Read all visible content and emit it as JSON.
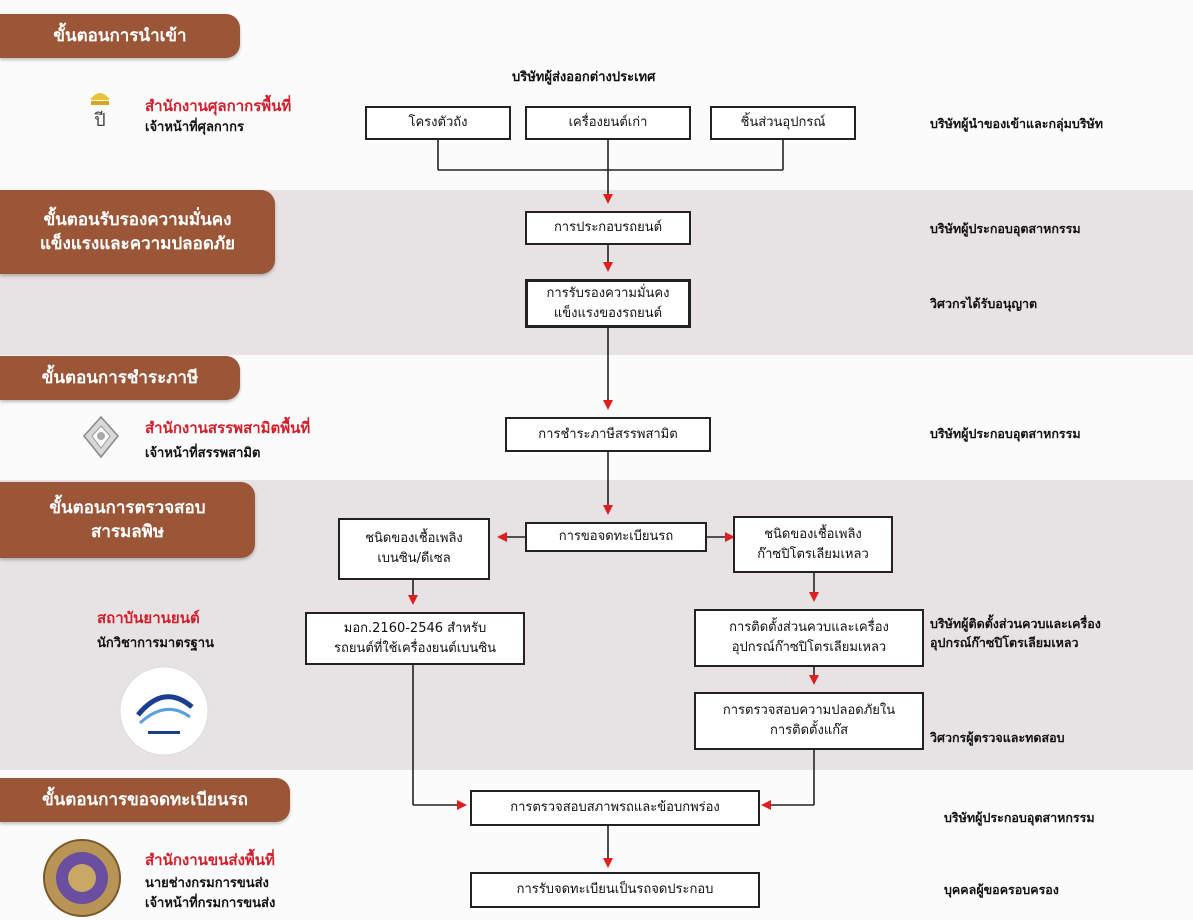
{
  "stages": {
    "import": "ขั้นตอนการนำเข้า",
    "certify": "ขั้นตอนรับรองความมั่นคง\nแข็งแรงและความปลอดภัย",
    "tax": "ขั้นตอนการชำระภาษี",
    "emission": "ขั้นตอนการตรวจสอบ\nสารมลพิษ",
    "register": "ขั้นตอนการขอจดทะเบียนรถ"
  },
  "agencies": {
    "customs": {
      "name": "สำนักงานศุลกากรพื้นที่",
      "staff": "เจ้าหน้าที่ศุลกากร"
    },
    "excise": {
      "name": "สำนักงานสรรพสามิตพื้นที่",
      "staff": "เจ้าหน้าที่สรรพสามิต"
    },
    "institute": {
      "name": "สถาบันยานยนต์",
      "staff": "นักวิชาการมาตรฐาน"
    },
    "transport": {
      "name": "สำนักงานขนส่งพื้นที่",
      "staff": "นายช่างกรมการขนส่ง\nเจ้าหน้าที่กรมการขนส่ง"
    }
  },
  "top_label": "บริษัทผู้ส่งออกต่างประเทศ",
  "boxes": {
    "chassis": "โครงตัวถัง",
    "used_engine": "เครื่องยนต์เก่า",
    "parts": "ชิ้นส่วนอุปกรณ์",
    "assembly": "การประกอบรถยนต์",
    "strength_cert": "การรับรองความมั่นคง\nแข็งแรงของรถยนต์",
    "excise_tax": "การชำระภาษีสรรพสามิต",
    "reg_request": "การขอจดทะเบียนรถ",
    "fuel_petrol": "ชนิดของเชื้อเพลิง\nเบนซิน/ดีเซล",
    "fuel_lpg": "ชนิดของเชื้อเพลิง\nก๊าซปิโตรเลียมเหลว",
    "tis_std": "มอก.2160-2546 สำหรับ\nรถยนต์ที่ใช้เครื่องยนต์เบนซิน",
    "lpg_install": "การติดตั้งส่วนควบและเครื่อง\nอุปกรณ์ก๊าซปิโตรเลียมเหลว",
    "gas_safety": "การตรวจสอบความปลอดภัยใน\nการติดตั้งแก๊ส",
    "condition_check": "การตรวจสอบสภาพรถและข้อบกพร่อง",
    "plate_issue": "การรับจดทะเบียนเป็นรถจดประกอบ"
  },
  "right_labels": {
    "importer": "บริษัทผู้นำของเข้าและกลุ่มบริษัท",
    "assembler1": "บริษัทผู้ประกอบอุตสาหกรรม",
    "licensed_engineer": "วิศวกรได้รับอนุญาต",
    "assembler2": "บริษัทผู้ประกอบอุตสาหกรรม",
    "installer": "บริษัทผู้ติดตั้งส่วนควบและเครื่อง\nอุปกรณ์ก๊าซปิโตรเลียมเหลว",
    "test_engineer": "วิศวกรผู้ตรวจและทดสอบ",
    "assembler3": "บริษัทผู้ประกอบอุตสาหกรรม",
    "owner": "บุคคลผู้ขอครอบครอง"
  },
  "colors": {
    "stage": "#9a5637",
    "agency": "#d0202d",
    "arrow": "#e02020",
    "band": "#e7e3e5"
  },
  "icons": {
    "customs": "customs-emblem-icon",
    "excise": "excise-emblem-icon",
    "institute": "tai-logo-icon",
    "transport": "transport-seal-icon"
  }
}
